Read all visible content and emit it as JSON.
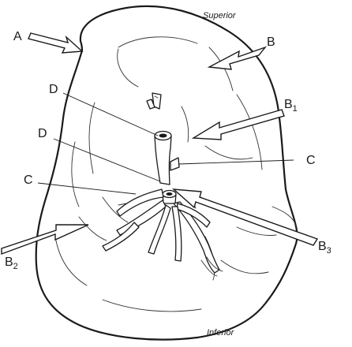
{
  "orientation": {
    "superior": "Superior",
    "inferior": "Inferior"
  },
  "labels": {
    "A": "A",
    "B": "B",
    "B1": {
      "main": "B",
      "sub": "1"
    },
    "B2": {
      "main": "B",
      "sub": "2"
    },
    "B3": {
      "main": "B",
      "sub": "3"
    },
    "C_right": "C",
    "C_left": "C",
    "D_upper": "D",
    "D_lower": "D"
  }
}
